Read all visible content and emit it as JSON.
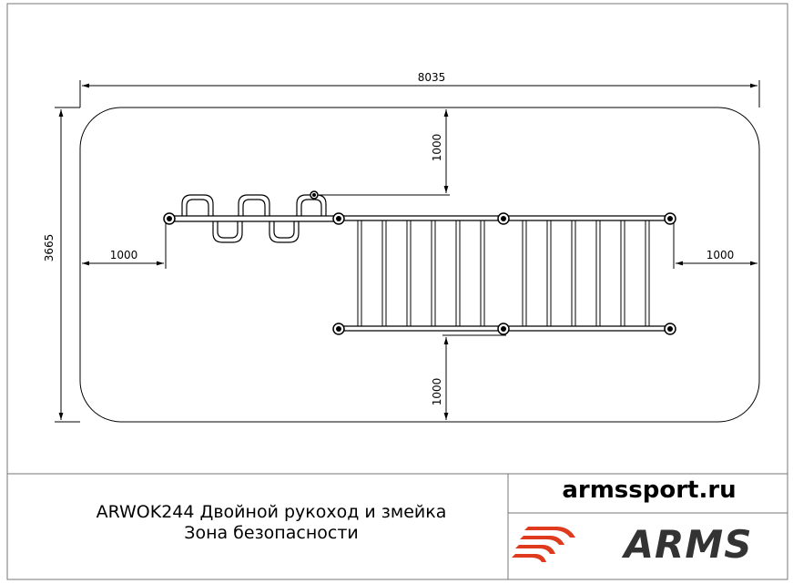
{
  "drawing": {
    "dimensions": {
      "overall_width": "8035",
      "overall_depth": "3665",
      "clearance_top": "1000",
      "clearance_bottom": "1000",
      "clearance_left": "1000",
      "clearance_right": "1000"
    }
  },
  "title_block": {
    "line1": "ARWOK244 Двойной рукоход и змейка",
    "line2": "Зона безопасности",
    "site": "armssport.ru",
    "logo_text": "ARMS"
  },
  "colors": {
    "line": "#000000",
    "logo_red": "#e03a1e",
    "logo_dark": "#333333"
  },
  "icons": {
    "logo_mark": "stripes-swoosh-icon",
    "post": "post-circle-icon"
  }
}
